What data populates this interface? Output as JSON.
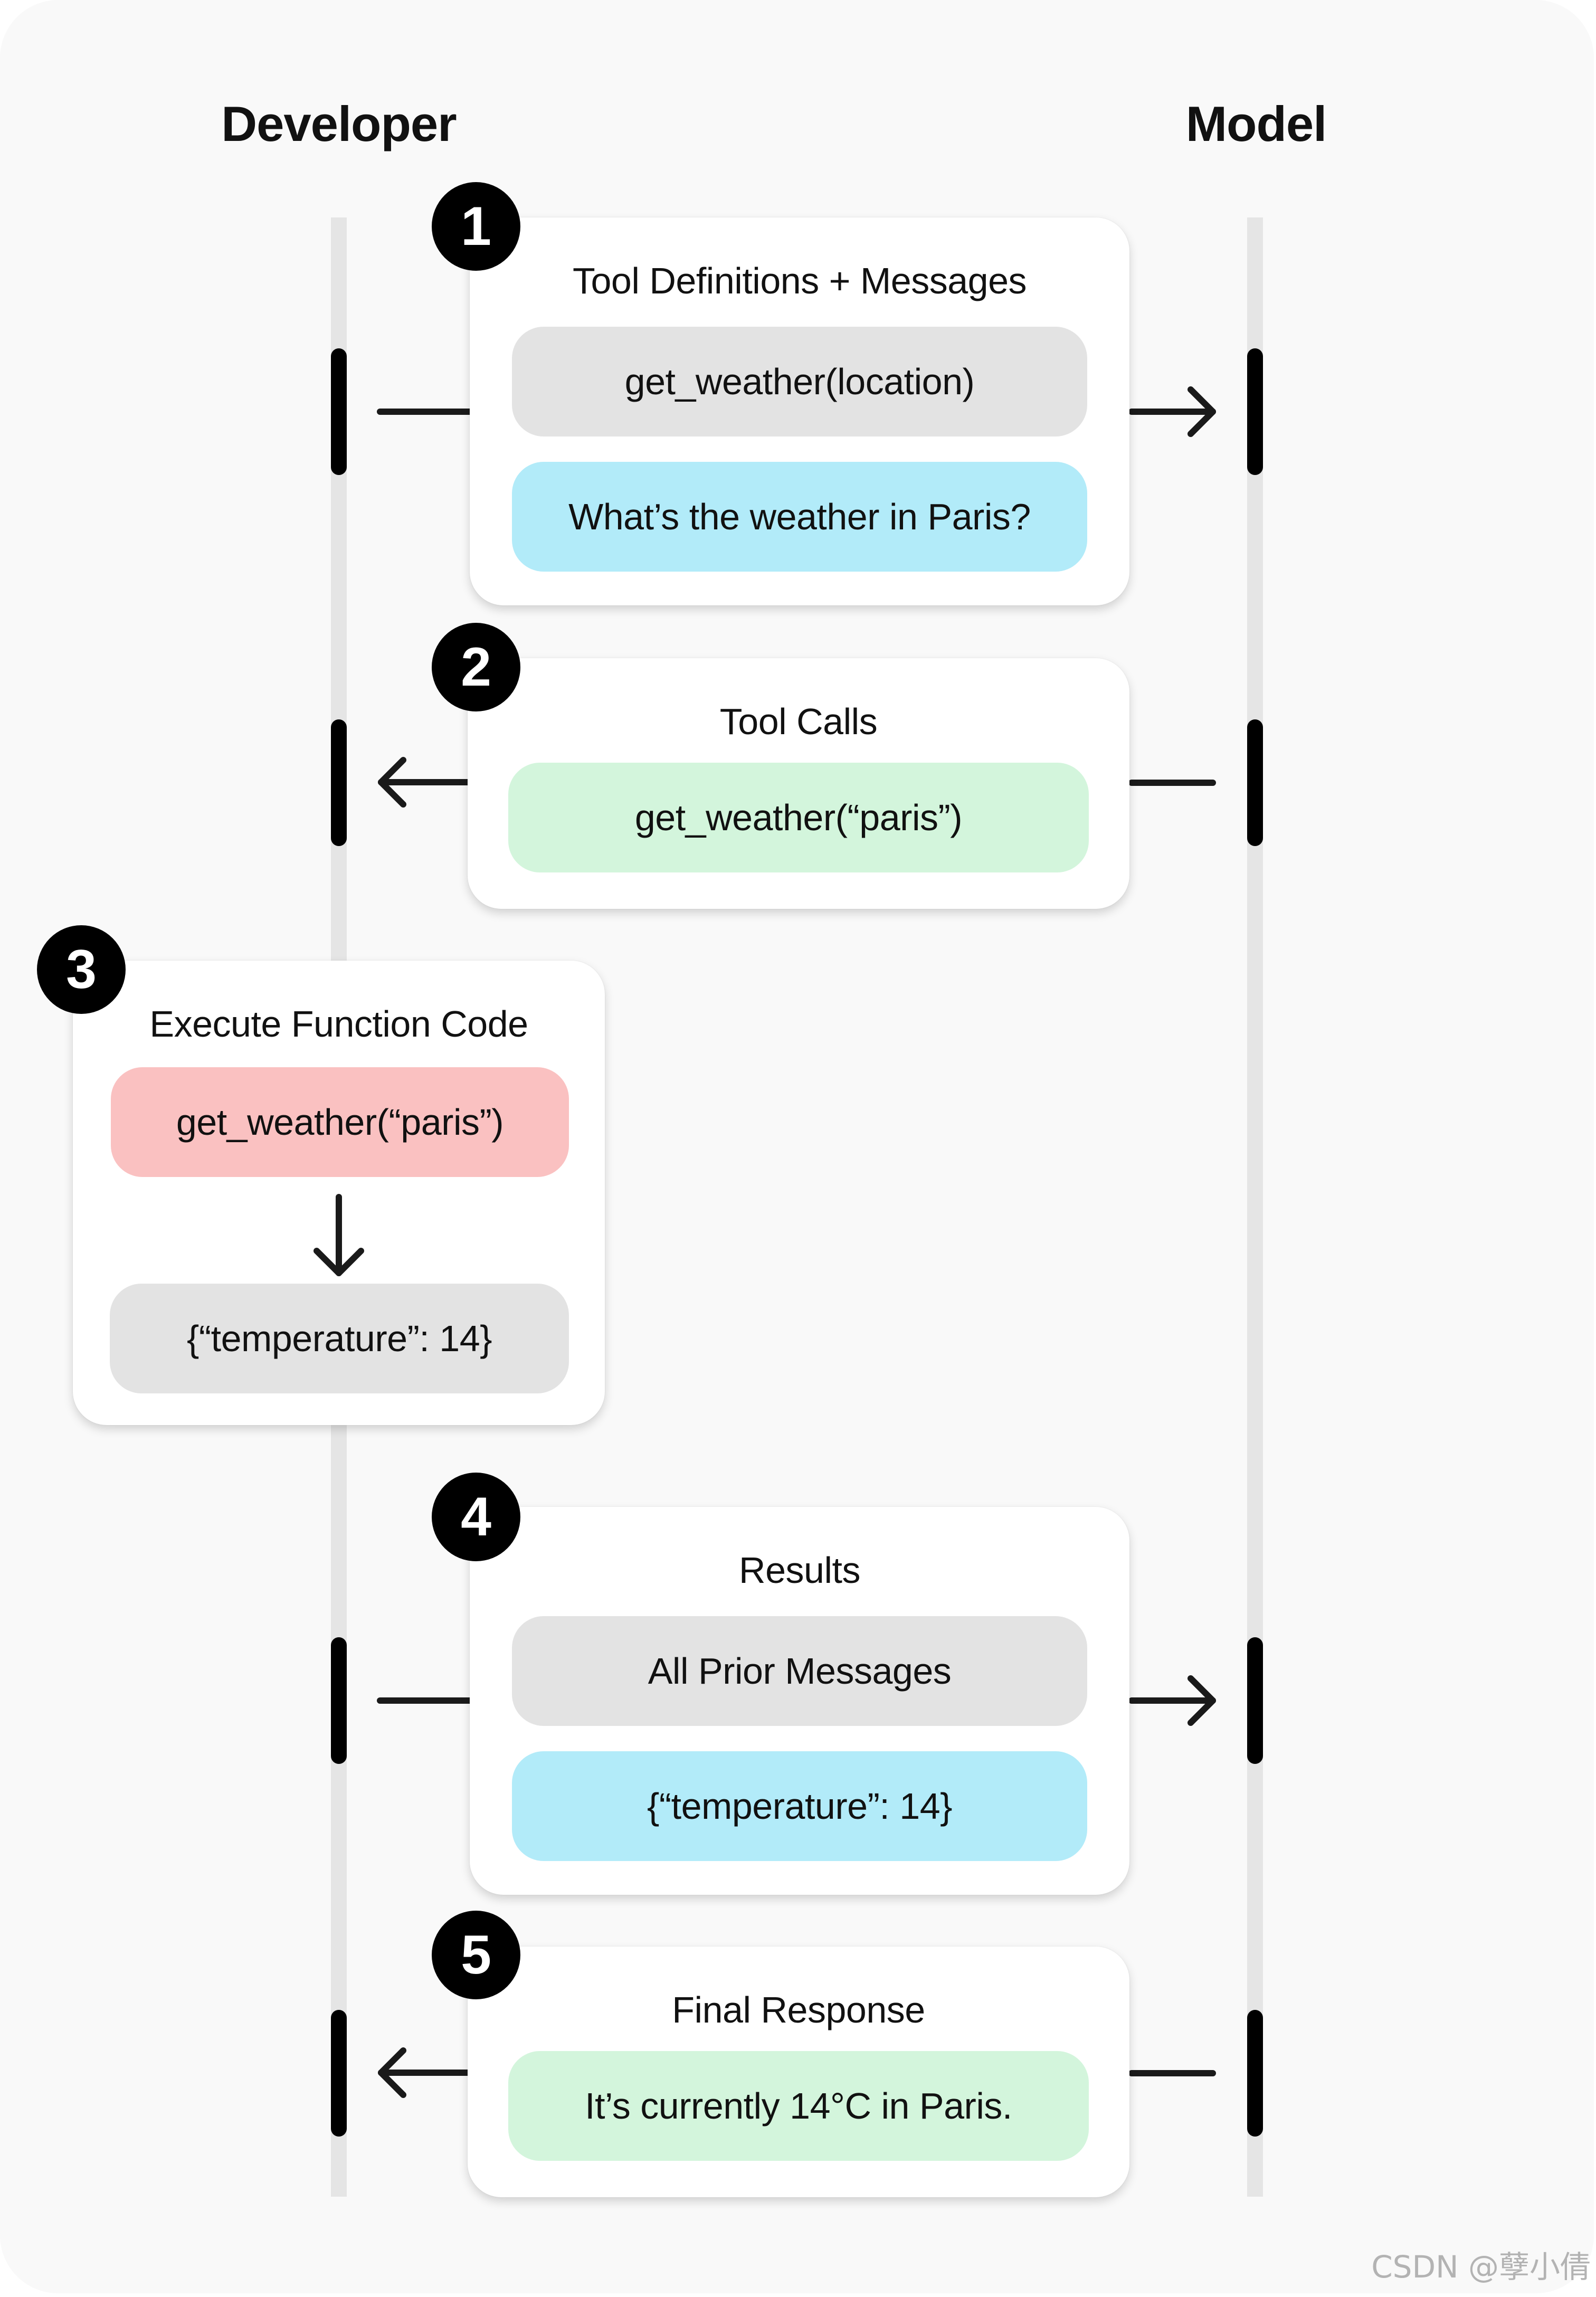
{
  "lanes": {
    "developer": "Developer",
    "model": "Model"
  },
  "steps": [
    {
      "number": "1",
      "title": "Tool Definitions + Messages",
      "items": [
        "get_weather(location)",
        "What’s the weather in Paris?"
      ]
    },
    {
      "number": "2",
      "title": "Tool Calls",
      "items": [
        "get_weather(“paris”)"
      ]
    },
    {
      "number": "3",
      "title": "Execute Function Code",
      "items": [
        "get_weather(“paris”)",
        "{“temperature”: 14}"
      ]
    },
    {
      "number": "4",
      "title": "Results",
      "items": [
        "All Prior Messages",
        "{“temperature”: 14}"
      ]
    },
    {
      "number": "5",
      "title": "Final Response",
      "items": [
        "It’s currently 14°C in Paris."
      ]
    }
  ],
  "colors": {
    "gray_pill": "#e3e3e3",
    "blue_pill": "#b2ebf9",
    "green_pill": "#d3f5dc",
    "red_pill": "#fac1c1",
    "lane_line": "#e5e5e5",
    "marker": "#000000"
  },
  "watermark": "CSDN @孽小倩"
}
